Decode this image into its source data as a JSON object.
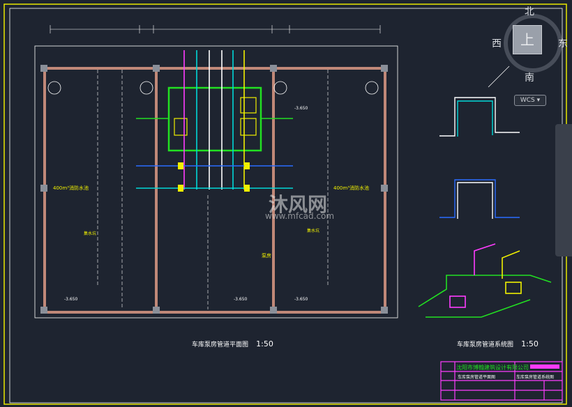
{
  "compass": {
    "north": "北",
    "south": "南",
    "west": "西",
    "east": "东",
    "top_face": "上",
    "wcs": "WCS"
  },
  "plan": {
    "title": "车库泵房管道平面图",
    "scale": "1:50",
    "pool_left": "400m³消防水池",
    "pool_right": "400m³消防水池",
    "elev_1": "-3.650",
    "elev_2": "-3.650",
    "elev_3": "-3.650",
    "elev_4": "-3.650",
    "pump_room": "泵房",
    "drain_1": "集水坑",
    "drain_2": "集水坑"
  },
  "system": {
    "title": "车库泵房管道系统图",
    "scale": "1:50"
  },
  "title_block": {
    "company": "沈阳市博翰建筑设计有限公司",
    "drawing_1": "车库泵房管道平面图",
    "drawing_2": "车库泵房管道系统图"
  },
  "watermark": {
    "brand": "沐风网",
    "url": "www.mfcad.com"
  },
  "colors": {
    "background": "#1e2430",
    "wall": "#c08878",
    "green": "#22e022",
    "cyan": "#00d8d8",
    "blue": "#2a6cff",
    "magenta": "#ff3cff",
    "yellow": "#f0f000",
    "white": "#ffffff"
  }
}
